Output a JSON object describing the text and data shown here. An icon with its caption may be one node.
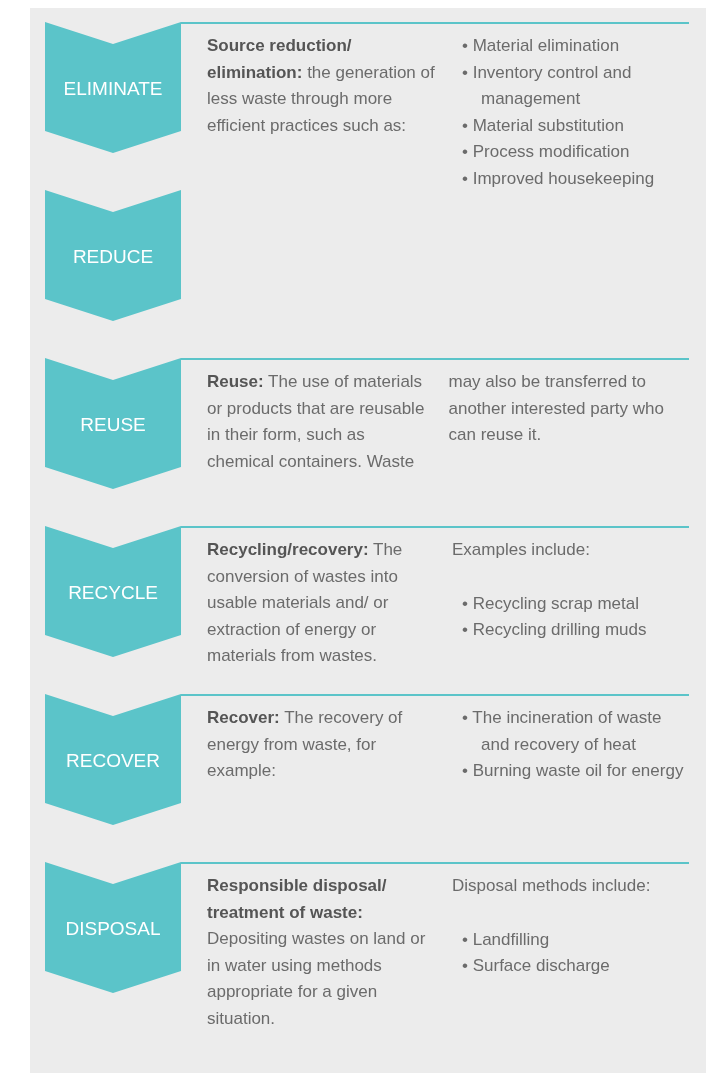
{
  "diagram": {
    "nodes": [
      {
        "text": [
          "ELIMINATE"
        ],
        "beside": [
          "**Source reduction/ elimination:** the generation of less waste through more efficient practices such as:",
          "• Material elimination",
          "• Inventory control and management",
          "• Material substitution",
          "• Process modification",
          "• Improved housekeeping"
        ]
      },
      {
        "text": [
          "REDUCE"
        ]
      },
      {
        "text": [
          "REUSE"
        ],
        "beside": [
          "**Reuse:** The use of materials or products that are reusable in their form, such as chemical containers. Waste may also be transferred to another interested party who can reuse it."
        ]
      },
      {
        "text": [
          "RECYCLE"
        ],
        "beside": [
          "**Recycling/recovery:** The conversion of wastes into usable materials and/ or extraction of energy or materials from wastes.",
          "Examples include:",
          "• Recycling scrap metal",
          "• Recycling drilling muds"
        ]
      },
      {
        "text": [
          "RECOVER"
        ],
        "beside": [
          "**Recover:** The recovery of energy from waste, for example:",
          "• The incineration of waste and recovery of heat",
          "• Burning waste oil for energy"
        ]
      },
      {
        "text": [
          "DISPOSAL"
        ],
        "beside": [
          "**Responsible disposal/ treatment of waste:** Depositing wastes on land or in water using methods appropriate for a given situation.",
          "Disposal methods include:",
          "• Landfilling",
          "• Surface discharge"
        ]
      }
    ]
  }
}
